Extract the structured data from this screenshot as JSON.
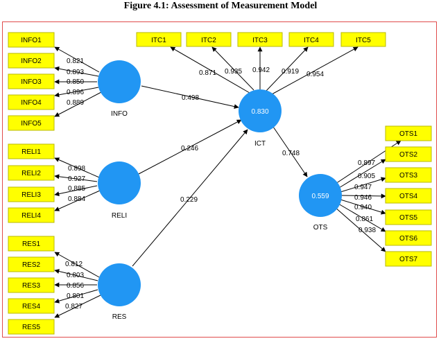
{
  "caption": "Figure 4.1: Assessment of Measurement Model",
  "colors": {
    "indicator_fill": "#ffff00",
    "latent_fill": "#2196f3",
    "frame_border": "#e04a4a"
  },
  "latents": {
    "INFO": {
      "label": "INFO",
      "value": ""
    },
    "RELI": {
      "label": "RELI",
      "value": ""
    },
    "RES": {
      "label": "RES",
      "value": ""
    },
    "ICT": {
      "label": "ICT",
      "value": "0.830"
    },
    "OTS": {
      "label": "OTS",
      "value": "0.559"
    }
  },
  "indicators": {
    "INFO1": "INFO1",
    "INFO2": "INFO2",
    "INFO3": "INFO3",
    "INFO4": "INFO4",
    "INFO5": "INFO5",
    "RELI1": "RELI1",
    "RELI2": "RELI2",
    "RELI3": "RELI3",
    "RELI4": "RELI4",
    "RES1": "RES1",
    "RES2": "RES2",
    "RES3": "RES3",
    "RES4": "RES4",
    "RES5": "RES5",
    "ITC1": "ITC1",
    "ITC2": "ITC2",
    "ITC3": "ITC3",
    "ITC4": "ITC4",
    "ITC5": "ITC5",
    "OTS1": "OTS1",
    "OTS2": "OTS2",
    "OTS3": "OTS3",
    "OTS4": "OTS4",
    "OTS5": "OTS5",
    "OTS6": "OTS6",
    "OTS7": "OTS7"
  },
  "loadings": {
    "INFO": [
      "0.821",
      "0.893",
      "0.850",
      "0.896",
      "0.889"
    ],
    "RELI": [
      "0.898",
      "0.927",
      "0.885",
      "0.884"
    ],
    "RES": [
      "0.812",
      "0.803",
      "0.856",
      "0.801",
      "0.827"
    ],
    "ICT": [
      "0.871",
      "0.935",
      "0.942",
      "0.919",
      "0.954"
    ],
    "OTS": [
      "0.897",
      "0.905",
      "0.947",
      "0.946",
      "0.940",
      "0.861",
      "0.938"
    ]
  },
  "paths": {
    "INFO_ICT": "0.498",
    "RELI_ICT": "0.246",
    "RES_ICT": "0.229",
    "ICT_OTS": "0.748"
  }
}
